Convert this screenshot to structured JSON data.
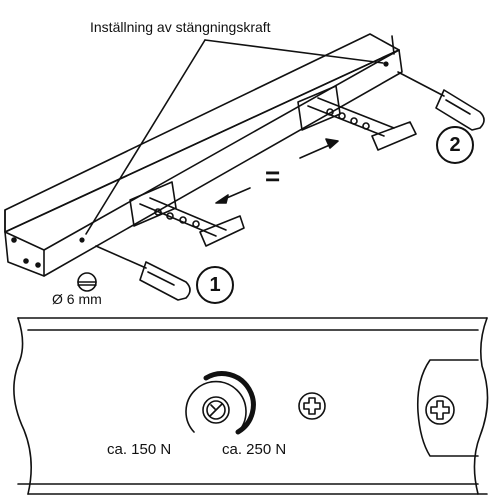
{
  "labels": {
    "closing_force_setting": "Inställning av stängningskraft",
    "screwdriver_size": "Ø 6 mm",
    "equals": "=",
    "force_min": "ca. 150 N",
    "force_max": "ca. 250 N"
  },
  "steps": {
    "step_1": "1",
    "step_2": "2"
  },
  "colors": {
    "line": "#111111",
    "background": "#ffffff"
  }
}
